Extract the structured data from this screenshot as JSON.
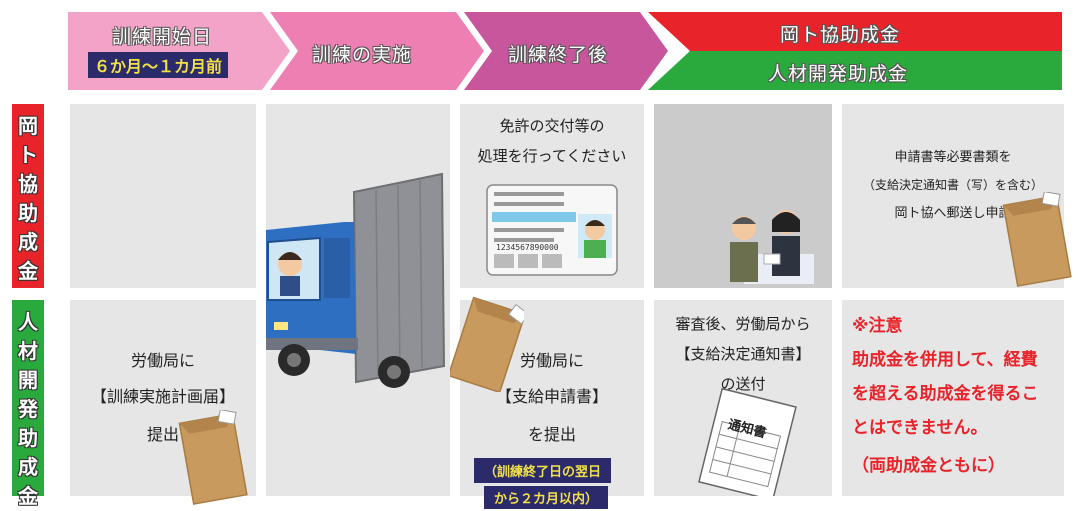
{
  "header": {
    "step1_label": "訓練開始日",
    "step1_badge": "６か月～１カ月前",
    "step2_label": "訓練の実施",
    "step3_label": "訓練終了後",
    "step4a_label": "岡ト協助成金",
    "step4b_label": "人材開発助成金"
  },
  "row_labels": {
    "okatokyo": [
      "岡",
      "ト",
      "協",
      "助",
      "成",
      "金"
    ],
    "jinzai": [
      "人",
      "材",
      "開",
      "発",
      "助",
      "成",
      "金"
    ]
  },
  "panels": {
    "license_line1": "免許の交付等の",
    "license_line2": "処理を行ってください",
    "license_card_number": "1234567890000",
    "apply_line1": "申請書等必要書類を",
    "apply_line2": "（支給決定通知書（写）を含む）",
    "apply_line3": "岡ト協へ郵送し申請",
    "plan_line1": "労働局に",
    "plan_line2": "【訓練実施計画届】",
    "plan_line3": "提出",
    "claim_line1": "労働局に",
    "claim_line2": "【支給申請書】",
    "claim_line3": "を提出",
    "claim_period_line1": "（訓練終了日の翌日",
    "claim_period_line2": "から２カ月以内）",
    "notice_line1": "審査後、労働局から",
    "notice_line2": "【支給決定通知書】",
    "notice_line3": "の送付",
    "notice_doc_title": "通知書",
    "caution_title": "※注意",
    "caution_line1": "助成金を併用して、経費",
    "caution_line2": "を超える助成金を得るこ",
    "caution_line3": "とはできません。",
    "caution_line4": "（両助成金ともに）"
  },
  "colors": {
    "chevron_pink_light": "#f4a3c8",
    "chevron_pink": "#ee7fb3",
    "chevron_magenta": "#c7569d",
    "banner_red": "#e8232a",
    "banner_green": "#2aaa3c",
    "badge_navy": "#2b2a6b",
    "badge_yellow": "#f2e04a",
    "caution_red": "#e8232a"
  }
}
